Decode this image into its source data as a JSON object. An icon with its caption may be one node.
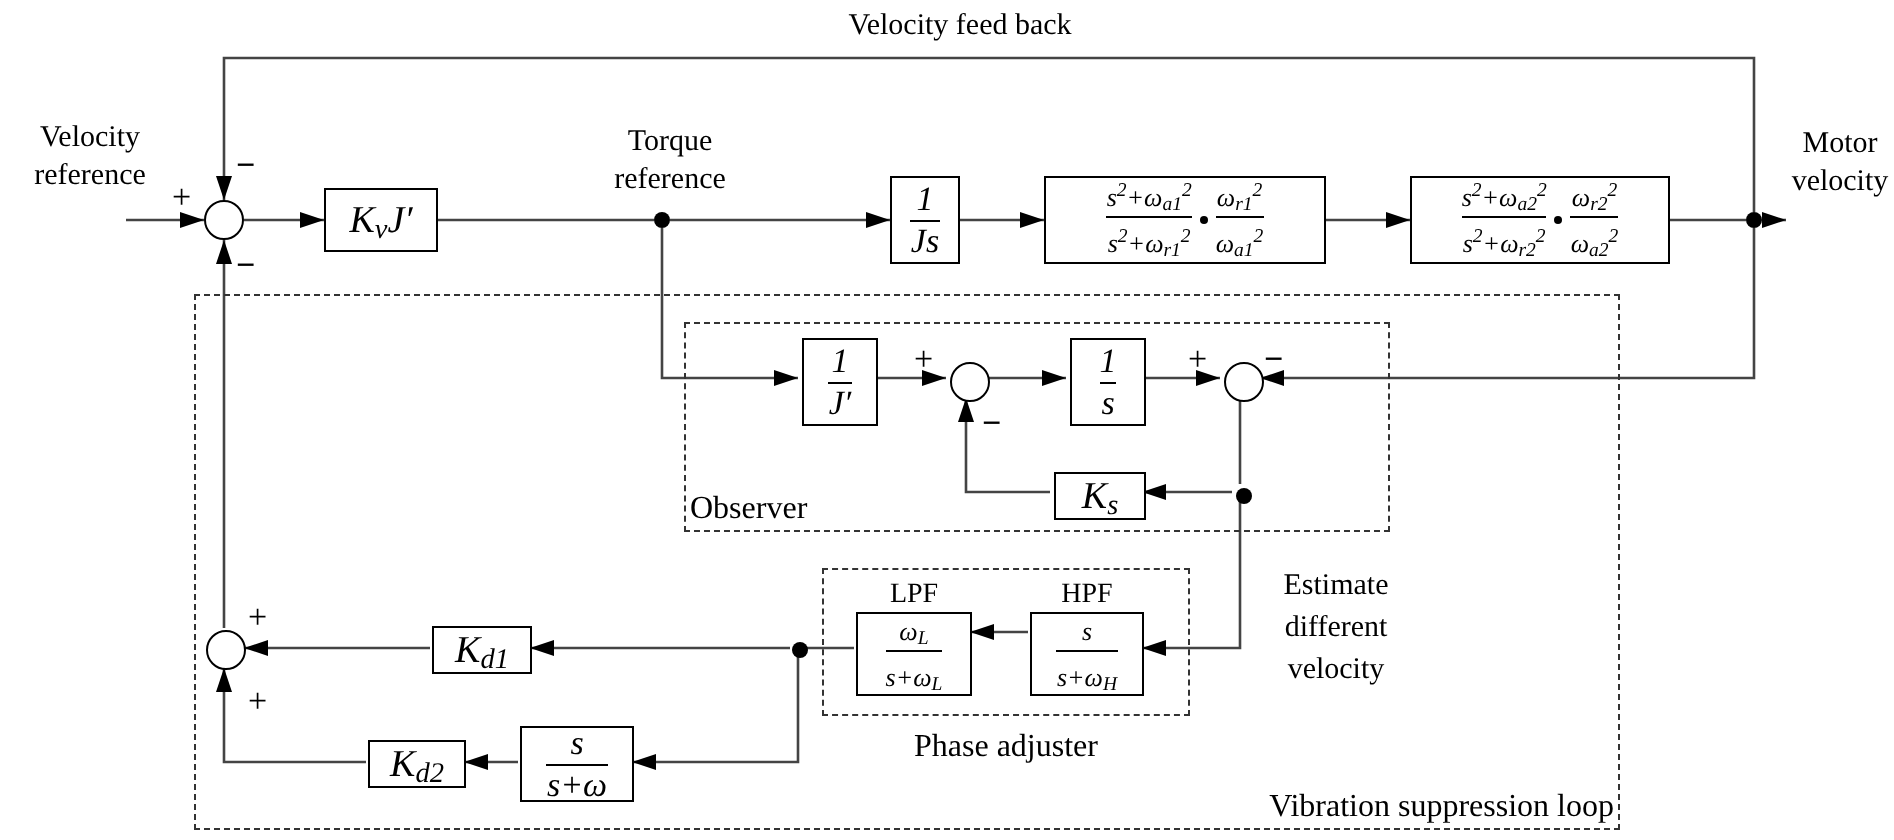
{
  "diagram": {
    "nodes": [
      {
        "text": [
          "Vibration suppression loop"
        ]
      },
      {
        "text": [
          "Observer"
        ],
        "in": 0
      },
      {
        "text": [
          "Phase adjuster"
        ],
        "in": 0
      },
      {
        "text": [],
        "shape": "circle"
      },
      {
        "text": [
          "K$_{v}$J′"
        ]
      },
      {
        "text": [],
        "shape": "dot"
      },
      {
        "text": [
          "1",
          "Js"
        ]
      },
      {
        "text": [
          "s$^{2}$+ω$_{a1}$$^{2}$",
          "s$^{2}$+ω$_{r1}$$^{2}$",
          "ω$_{r1}$$^{2}$",
          "ω$_{a1}$$^{2}$"
        ]
      },
      {
        "text": [
          "s$^{2}$+ω$_{a2}$$^{2}$",
          "s$^{2}$+ω$_{r2}$$^{2}$",
          "ω$_{r2}$$^{2}$",
          "ω$_{a2}$$^{2}$"
        ]
      },
      {
        "text": [],
        "shape": "dot"
      },
      {
        "text": [
          "1",
          "J′"
        ],
        "in": 1
      },
      {
        "text": [],
        "shape": "circle",
        "in": 1
      },
      {
        "text": [
          "1",
          "s"
        ],
        "in": 1
      },
      {
        "text": [],
        "shape": "circle",
        "in": 1
      },
      {
        "text": [
          "K$_{s}$"
        ],
        "in": 1
      },
      {
        "text": [],
        "shape": "dot",
        "in": 1
      },
      {
        "text": [
          "LPF",
          "ω$_{L}$",
          "s+ω$_{L}$"
        ],
        "in": 2
      },
      {
        "text": [
          "HPF",
          "s",
          "s+ω$_{H}$"
        ],
        "in": 2
      },
      {
        "text": [],
        "shape": "dot",
        "in": 0
      },
      {
        "text": [
          "K$_{d1}$"
        ],
        "in": 0
      },
      {
        "text": [],
        "shape": "circle",
        "in": 0
      },
      {
        "text": [
          "s",
          "s+ω"
        ],
        "in": 0
      },
      {
        "text": [
          "K$_{d2}$"
        ],
        "in": 0
      },
      {
        "text": [
          "Motor velocity"
        ]
      }
    ],
    "edges": [
      {
        "from": null,
        "to": 3,
        "arrow": "to"
      },
      {
        "from": 3,
        "to": 4,
        "arrow": "to"
      },
      {
        "from": 4,
        "to": 5,
        "arrow": "none"
      },
      {
        "from": 5,
        "to": 6,
        "arrow": "to"
      },
      {
        "from": 6,
        "to": 7,
        "arrow": "to"
      },
      {
        "from": 7,
        "to": 8,
        "arrow": "to"
      },
      {
        "from": 8,
        "to": 9,
        "arrow": "none"
      },
      {
        "from": 9,
        "to": 23,
        "arrow": "to"
      },
      {
        "from": 9,
        "to": 3,
        "arrow": "to",
        "label": "Velocity feed back"
      },
      {
        "from": 5,
        "to": 10,
        "arrow": "to"
      },
      {
        "from": 10,
        "to": 11,
        "arrow": "to"
      },
      {
        "from": 11,
        "to": 12,
        "arrow": "to"
      },
      {
        "from": 12,
        "to": 13,
        "arrow": "to"
      },
      {
        "from": 9,
        "to": 13,
        "arrow": "to"
      },
      {
        "from": 13,
        "to": 15,
        "arrow": "none"
      },
      {
        "from": 15,
        "to": 14,
        "arrow": "to"
      },
      {
        "from": 14,
        "to": 11,
        "arrow": "to"
      },
      {
        "from": 15,
        "to": 17,
        "arrow": "to"
      },
      {
        "from": 17,
        "to": 16,
        "arrow": "to"
      },
      {
        "from": 16,
        "to": 18,
        "arrow": "none"
      },
      {
        "from": 18,
        "to": 19,
        "arrow": "to"
      },
      {
        "from": 19,
        "to": 20,
        "arrow": "to"
      },
      {
        "from": 18,
        "to": 21,
        "arrow": "to"
      },
      {
        "from": 21,
        "to": 22,
        "arrow": "to"
      },
      {
        "from": 22,
        "to": 20,
        "arrow": "to"
      },
      {
        "from": 20,
        "to": 3,
        "arrow": "to"
      }
    ],
    "labels": [
      "Velocity reference",
      "+",
      "−",
      "−",
      "Torque reference",
      "+",
      "−",
      "+",
      "−",
      "Estimate different velocity",
      "+",
      "+"
    ]
  }
}
